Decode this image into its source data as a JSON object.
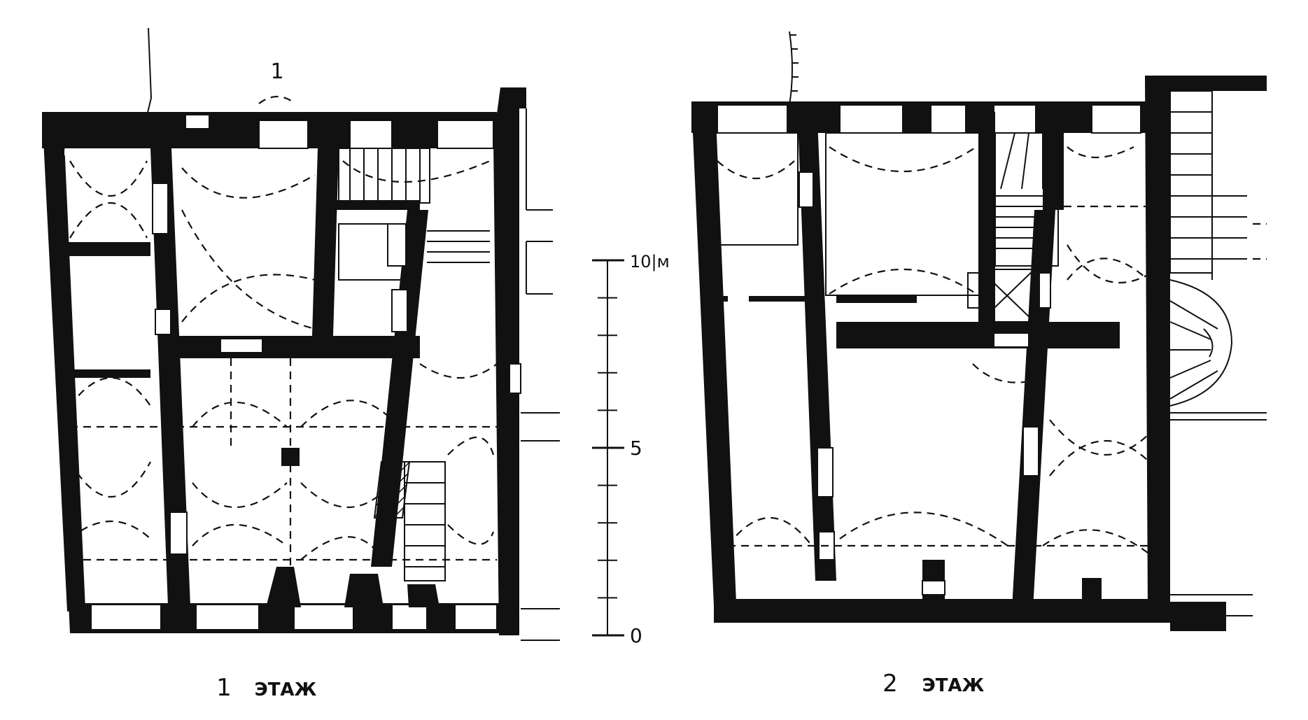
{
  "floor1": {
    "number": "1",
    "label": "ЭТАЖ"
  },
  "floor2": {
    "number": "2",
    "label": "ЭТАЖ"
  },
  "section_marker": "1",
  "scale_bar": {
    "label_top": "10|м",
    "label_mid": "5",
    "label_bottom": "0",
    "max_m": 10,
    "major_tick_every_m": 5,
    "minor_tick_every_m": 1
  }
}
